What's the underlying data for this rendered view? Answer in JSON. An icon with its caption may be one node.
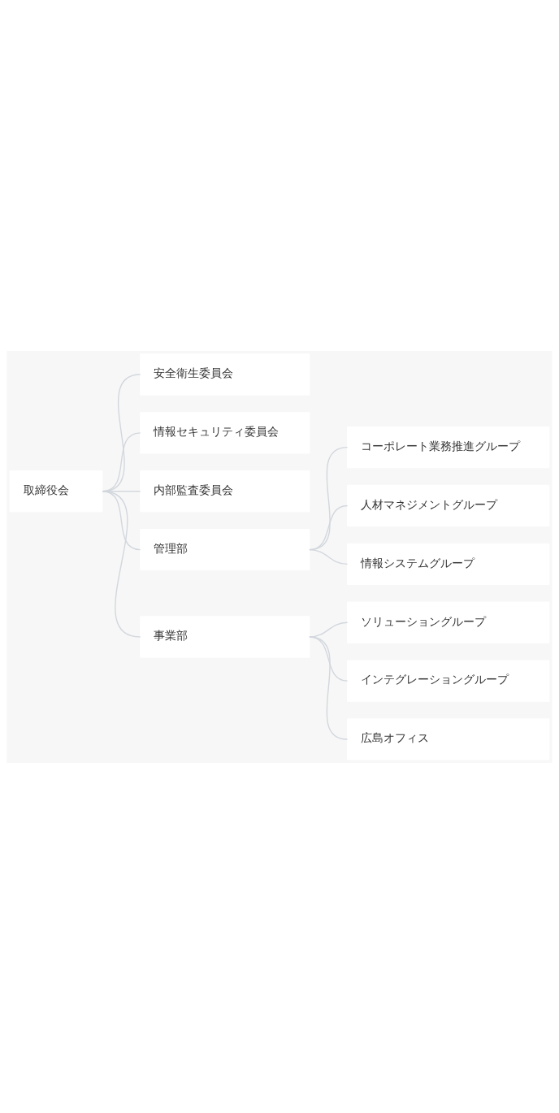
{
  "diagram": {
    "nodes": [
      {
        "text": [
          "取締役会"
        ]
      },
      {
        "text": [
          "安全衛生委員会"
        ]
      },
      {
        "text": [
          "情報セキュリティ委員会"
        ]
      },
      {
        "text": [
          "内部監査委員会"
        ]
      },
      {
        "text": [
          "管理部"
        ]
      },
      {
        "text": [
          "コーポレート業務推進グループ"
        ]
      },
      {
        "text": [
          "人材マネジメントグループ"
        ]
      },
      {
        "text": [
          "情報システムグループ"
        ]
      },
      {
        "text": [
          "事業部"
        ]
      },
      {
        "text": [
          "ソリューショングループ"
        ]
      },
      {
        "text": [
          "インテグレーショングループ"
        ]
      },
      {
        "text": [
          "広島オフィス"
        ]
      }
    ],
    "edges": [
      {
        "from": 0,
        "to": 1,
        "arrow": "none"
      },
      {
        "from": 0,
        "to": 2,
        "arrow": "none"
      },
      {
        "from": 0,
        "to": 3,
        "arrow": "none"
      },
      {
        "from": 0,
        "to": 4,
        "arrow": "none"
      },
      {
        "from": 4,
        "to": 5,
        "arrow": "none"
      },
      {
        "from": 4,
        "to": 6,
        "arrow": "none"
      },
      {
        "from": 4,
        "to": 7,
        "arrow": "none"
      },
      {
        "from": 0,
        "to": 8,
        "arrow": "none"
      },
      {
        "from": 8,
        "to": 9,
        "arrow": "none"
      },
      {
        "from": 8,
        "to": 10,
        "arrow": "none"
      },
      {
        "from": 8,
        "to": 11,
        "arrow": "none"
      }
    ]
  }
}
